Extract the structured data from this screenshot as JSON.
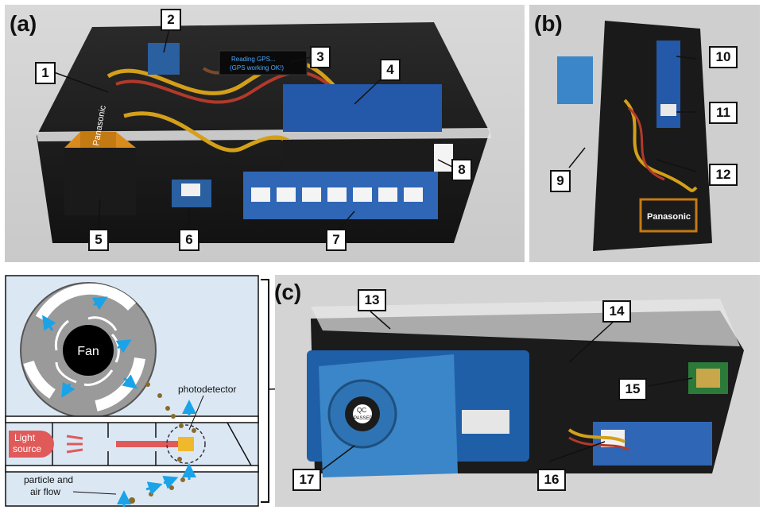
{
  "panels": {
    "a": {
      "label": "(a)"
    },
    "b": {
      "label": "(b)"
    },
    "c": {
      "label": "(c)"
    }
  },
  "callouts": [
    "1",
    "2",
    "3",
    "4",
    "5",
    "6",
    "7",
    "8",
    "9",
    "10",
    "11",
    "12",
    "13",
    "14",
    "15",
    "16",
    "17"
  ],
  "oled_text": [
    "Reading GPS...",
    "(GPS working OK!)"
  ],
  "battery_brand": "Panasonic",
  "sensor_sticker": {
    "line1": "QC",
    "line2": "PASSED"
  },
  "diagram": {
    "fan_label": "Fan",
    "light_source_label": [
      "Light",
      "source"
    ],
    "photodetector_label": "photodetector",
    "flow_label": [
      "particle and",
      "air flow"
    ]
  },
  "colors": {
    "diagram_bg": "#dbe8f4",
    "arrow_blue": "#1aa3e8",
    "arrow_red": "#e05a5a",
    "particle": "#8a6a2a",
    "sensor_blue": "#3a86c8",
    "pcb_blue": "#1f5fa8"
  }
}
